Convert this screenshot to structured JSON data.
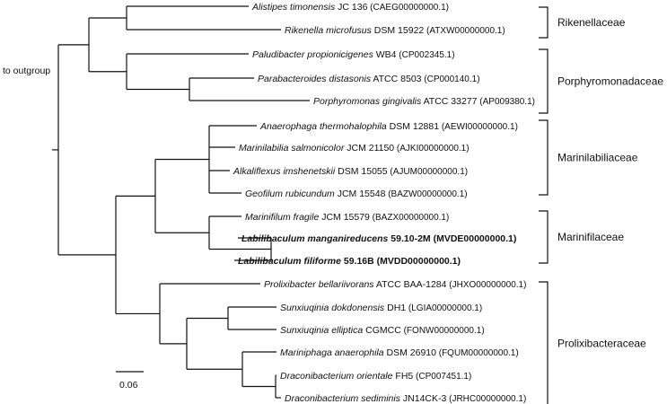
{
  "outgroup_label": "to outgroup",
  "scale_label": "0.06",
  "taxa": [
    {
      "genus": "Alistipes",
      "species": "timonensis",
      "strain": "JC 136",
      "accession": "(CAEG00000000.1)",
      "bold": false
    },
    {
      "genus": "Rikenella",
      "species": "microfusus",
      "strain": "DSM 15922",
      "accession": "(ATXW00000000.1)",
      "bold": false
    },
    {
      "genus": "Paludibacter",
      "species": "propionicigenes",
      "strain": "WB4",
      "accession": "(CP002345.1)",
      "bold": false
    },
    {
      "genus": "Parabacteroides",
      "species": "distasonis",
      "strain": "ATCC 8503",
      "accession": "(CP000140.1)",
      "bold": false
    },
    {
      "genus": "Porphyromonas",
      "species": "gingivalis",
      "strain": "ATCC 33277",
      "accession": "(AP009380.1)",
      "bold": false
    },
    {
      "genus": "Anaerophaga",
      "species": "thermohalophila",
      "strain": "DSM 12881",
      "accession": "(AEWI00000000.1)",
      "bold": false
    },
    {
      "genus": "Marinilabilia",
      "species": "salmonicolor",
      "strain": "JCM 21150",
      "accession": "(AJKI00000000.1)",
      "bold": false
    },
    {
      "genus": "Alkaliflexus",
      "species": "imshenetskii",
      "strain": "DSM 15055",
      "accession": "(AJUM00000000.1)",
      "bold": false
    },
    {
      "genus": "Geofilum",
      "species": "rubicundum",
      "strain": "JCM 15548",
      "accession": "(BAZW00000000.1)",
      "bold": false
    },
    {
      "genus": "Marinifilum",
      "species": "fragile",
      "strain": "JCM 15579",
      "accession": "(BAZX00000000.1)",
      "bold": false
    },
    {
      "genus": "Labilibaculum",
      "species": "manganireducens",
      "strain": "59.10-2M",
      "accession": "(MVDE00000000.1)",
      "bold": true
    },
    {
      "genus": "Labilibaculum",
      "species": "filiforme",
      "strain": "59.16B",
      "accession": "(MVDD00000000.1)",
      "bold": true
    },
    {
      "genus": "Prolixibacter",
      "species": "bellariivorans",
      "strain": "ATCC BAA-1284",
      "accession": "(JHXO00000000.1)",
      "bold": false
    },
    {
      "genus": "Sunxiuqinia",
      "species": "dokdonensis",
      "strain": "DH1",
      "accession": "(LGIA00000000.1)",
      "bold": false
    },
    {
      "genus": "Sunxiuqinia",
      "species": "elliptica",
      "strain": "CGMCC",
      "accession": "(FONW00000000.1)",
      "bold": false
    },
    {
      "genus": "Mariniphaga",
      "species": "anaerophila",
      "strain": "DSM 26910",
      "accession": "(FQUM00000000.1)",
      "bold": false
    },
    {
      "genus": "Draconibacterium",
      "species": "orientale",
      "strain": "FH5",
      "accession": "(CP007451.1)",
      "bold": false
    },
    {
      "genus": "Draconibacterium",
      "species": "sediminis",
      "strain": "JN14CK-3",
      "accession": "(JRHC00000000.1)",
      "bold": false
    }
  ],
  "families": [
    {
      "name": "Rikenellaceae",
      "first": 0,
      "last": 1
    },
    {
      "name": "Porphyromonadaceae",
      "first": 2,
      "last": 4
    },
    {
      "name": "Marinilabiliaceae",
      "first": 5,
      "last": 8
    },
    {
      "name": "Marinifilaceae",
      "first": 9,
      "last": 11
    },
    {
      "name": "Prolixibacteraceae",
      "first": 12,
      "last": 17
    }
  ]
}
